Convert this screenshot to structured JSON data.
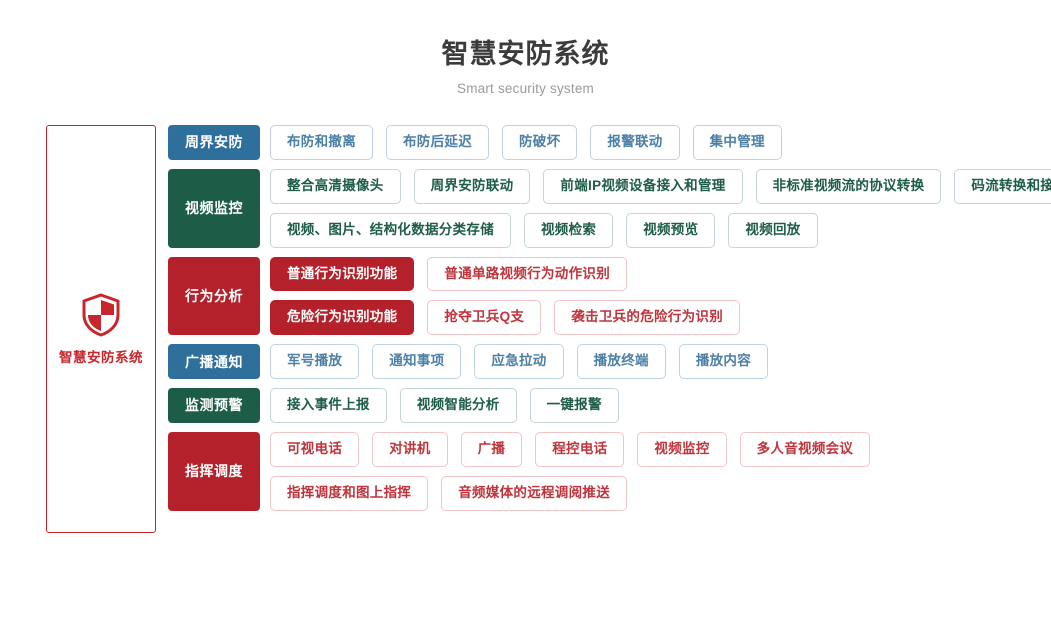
{
  "header": {
    "title": "智慧安防系统",
    "subtitle": "Smart security system"
  },
  "root": {
    "icon": "shield-icon",
    "label": "智慧安防系统",
    "color": "#c9252d"
  },
  "palette": {
    "blue": "#2f6f9b",
    "green": "#1d5c46",
    "red": "#b5212b",
    "blue_text": "#4b7fa6",
    "green_text": "#1d5c46",
    "red_text": "#c0333b",
    "title_text": "#3b3b3b",
    "subtitle_text": "#9a9a9a"
  },
  "categories": [
    {
      "label": "周界安防",
      "tone": "blue",
      "lines": [
        [
          {
            "label": "布防和撤离",
            "style": "outline"
          },
          {
            "label": "布防后延迟",
            "style": "outline"
          },
          {
            "label": "防破坏",
            "style": "outline"
          },
          {
            "label": "报警联动",
            "style": "outline"
          },
          {
            "label": "集中管理",
            "style": "outline"
          }
        ]
      ]
    },
    {
      "label": "视频监控",
      "tone": "green",
      "lines": [
        [
          {
            "label": "整合高清摄像头",
            "style": "outline"
          },
          {
            "label": "周界安防联动",
            "style": "outline"
          },
          {
            "label": "前端IP视频设备接入和管理",
            "style": "outline"
          },
          {
            "label": "非标准视频流的协议转换",
            "style": "outline"
          },
          {
            "label": "码流转换和接口转换",
            "style": "outline"
          }
        ],
        [
          {
            "label": "视频、图片、结构化数据分类存储",
            "style": "outline"
          },
          {
            "label": "视频检索",
            "style": "outline"
          },
          {
            "label": "视频预览",
            "style": "outline"
          },
          {
            "label": "视频回放",
            "style": "outline"
          }
        ]
      ]
    },
    {
      "label": "行为分析",
      "tone": "red",
      "lines": [
        [
          {
            "label": "普通行为识别功能",
            "style": "solid"
          },
          {
            "label": "普通单路视频行为动作识别",
            "style": "outline"
          }
        ],
        [
          {
            "label": "危险行为识别功能",
            "style": "solid"
          },
          {
            "label": "抢夺卫兵Q支",
            "style": "outline"
          },
          {
            "label": "袭击卫兵的危险行为识别",
            "style": "outline"
          }
        ]
      ]
    },
    {
      "label": "广播通知",
      "tone": "blue",
      "lines": [
        [
          {
            "label": "军号播放",
            "style": "outline"
          },
          {
            "label": "通知事项",
            "style": "outline"
          },
          {
            "label": "应急拉动",
            "style": "outline"
          },
          {
            "label": "播放终端",
            "style": "outline"
          },
          {
            "label": "播放内容",
            "style": "outline"
          }
        ]
      ]
    },
    {
      "label": "监测预警",
      "tone": "green",
      "lines": [
        [
          {
            "label": "接入事件上报",
            "style": "outline"
          },
          {
            "label": "视频智能分析",
            "style": "outline"
          },
          {
            "label": "一键报警",
            "style": "outline"
          }
        ]
      ]
    },
    {
      "label": "指挥调度",
      "tone": "red",
      "lines": [
        [
          {
            "label": "可视电话",
            "style": "outline"
          },
          {
            "label": "对讲机",
            "style": "outline"
          },
          {
            "label": "广播",
            "style": "outline"
          },
          {
            "label": "程控电话",
            "style": "outline"
          },
          {
            "label": "视频监控",
            "style": "outline"
          },
          {
            "label": "多人音视频会议",
            "style": "outline"
          }
        ],
        [
          {
            "label": "指挥调度和图上指挥",
            "style": "outline"
          },
          {
            "label": "音频媒体的远程调阅推送",
            "style": "outline"
          }
        ]
      ]
    }
  ]
}
